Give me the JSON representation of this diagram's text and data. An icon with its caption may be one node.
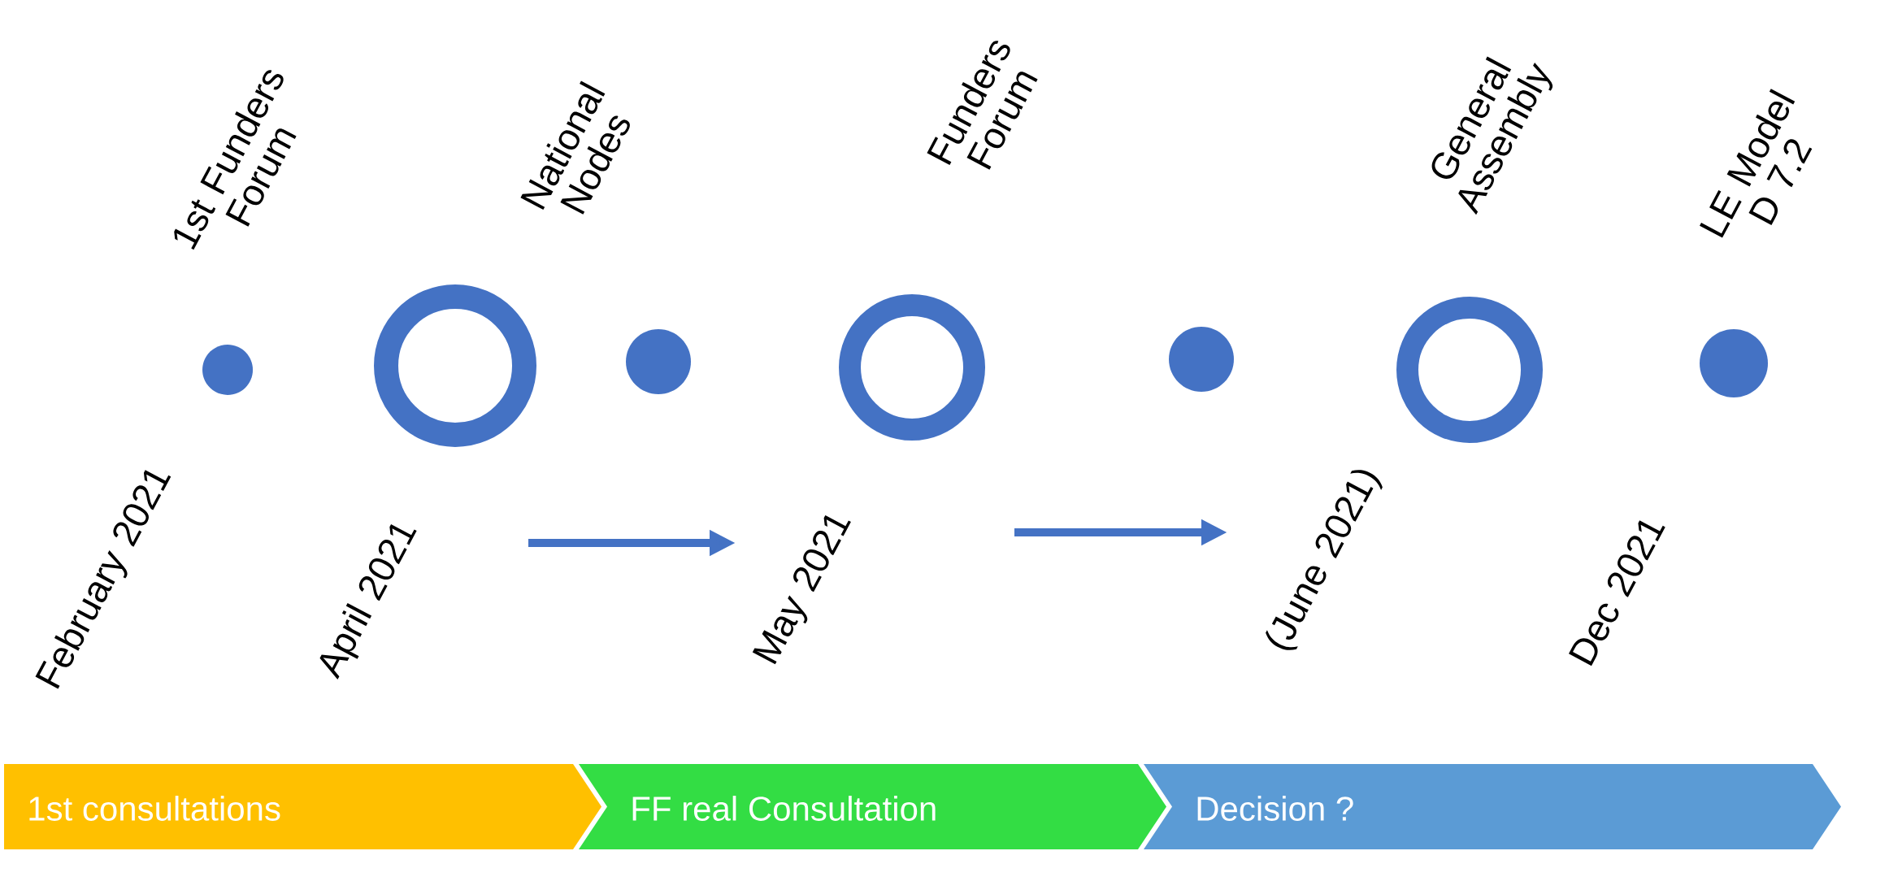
{
  "diagram": {
    "nodes": [
      {
        "text": [],
        "shape": "dot",
        "beside": [
          "1st Funders Forum",
          "February 2021"
        ]
      },
      {
        "text": [],
        "shape": "circle",
        "beside": [
          "National Nodes",
          "April 2021"
        ]
      },
      {
        "text": [],
        "shape": "dot"
      },
      {
        "text": [],
        "shape": "circle",
        "beside": [
          "Funders Forum",
          "May 2021"
        ]
      },
      {
        "text": [],
        "shape": "dot"
      },
      {
        "text": [],
        "shape": "circle",
        "beside": [
          "General Assembly",
          "(June  2021)"
        ]
      },
      {
        "text": [],
        "shape": "dot",
        "beside": [
          "LE Model D 7.2",
          "Dec  2021"
        ]
      },
      {
        "text": [
          "1st consultations"
        ]
      },
      {
        "text": [
          "FF real Consultation"
        ]
      },
      {
        "text": [
          "Decision ?"
        ]
      }
    ]
  }
}
